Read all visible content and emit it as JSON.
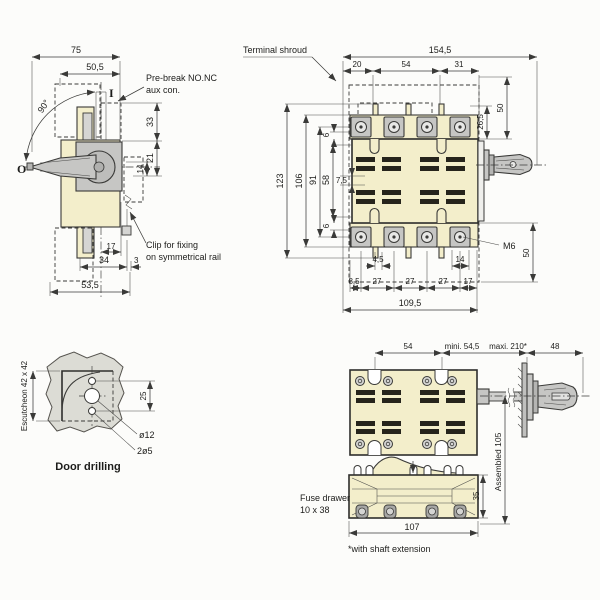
{
  "drawing": {
    "side_view": {
      "dim_75": "75",
      "dim_50_5": "50,5",
      "angle_90": "90°",
      "marker_on": "I",
      "marker_off": "O",
      "note_prebreak_1": "Pre-break NO.NC",
      "note_prebreak_2": "aux con.",
      "dim_33": "33",
      "dim_21": "21",
      "dim_14": "14",
      "dim_17": "17",
      "dim_34": "34",
      "dim_3": "3",
      "dim_53_5": "53,5",
      "note_clip_1": "Clip for fixing",
      "note_clip_2": "on symmetrical rail"
    },
    "front_view": {
      "label_terminal_shroud": "Terminal shroud",
      "dim_154_5": "154,5",
      "dim_20": "20",
      "dim_54": "54",
      "dim_31": "31",
      "dim_26_5": "26,5",
      "dim_50_top": "50",
      "dim_123": "123",
      "dim_106": "106",
      "dim_91": "91",
      "dim_58": "58",
      "dim_7_5": "7,5",
      "dim_6_top": "6",
      "dim_6_bot": "6",
      "label_m6": "M6",
      "dim_50_bot": "50",
      "dim_4_5": "4,5",
      "dim_14": "14",
      "dim_8_5": "8,5",
      "dim_27_a": "27",
      "dim_27_b": "27",
      "dim_27_c": "27",
      "dim_17": "17",
      "dim_109_5": "109,5"
    },
    "door_view": {
      "label_escutcheon": "Escutcheon 42 x 42",
      "dim_25": "25",
      "label_d12": "ø12",
      "label_2d5": "2ø5",
      "title": "Door drilling"
    },
    "assembly_view": {
      "dim_54": "54",
      "dim_mini": "mini. 54,5",
      "dim_maxi": "maxi. 210*",
      "dim_48": "48",
      "label_fuse_1": "Fuse drawer",
      "label_fuse_2": "10 x 38",
      "dim_35": "35",
      "dim_assembled": "Assembled 105",
      "dim_107": "107",
      "note_shaft": "*with shaft extension"
    }
  },
  "colors": {
    "background": "#fcfcfa",
    "body_cream": "#f3eecb",
    "metal_gray": "#c6c6c4",
    "metal_dark": "#b5b5b3",
    "slot_dark": "#26241c",
    "line": "#3a3a38"
  }
}
